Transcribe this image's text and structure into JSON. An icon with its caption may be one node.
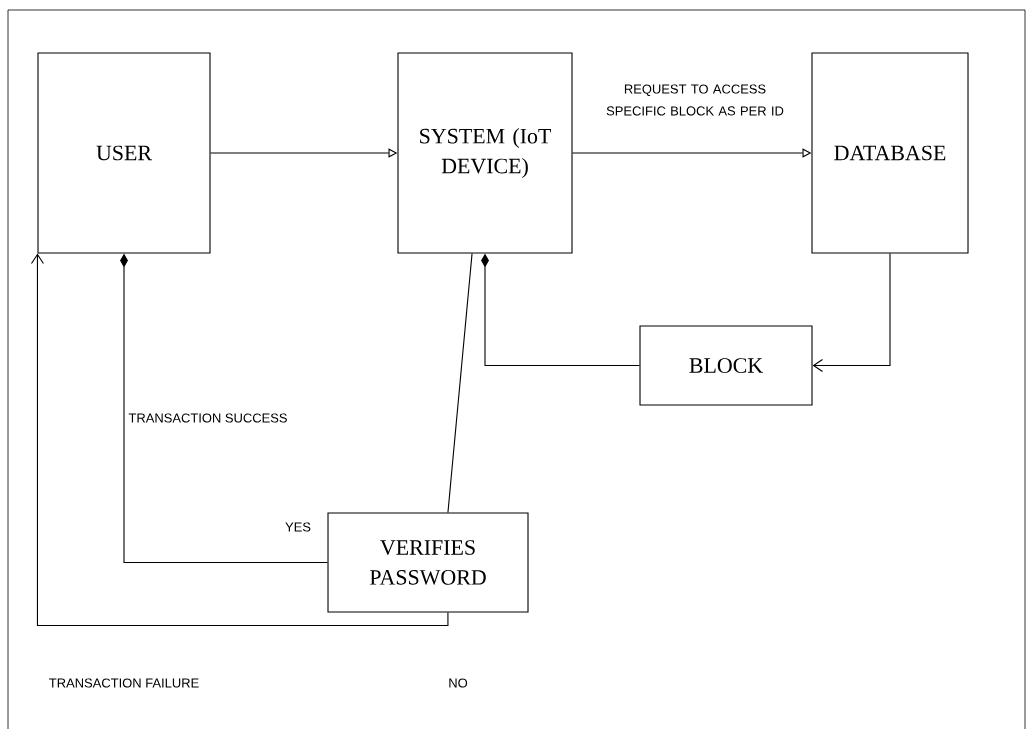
{
  "diagram": {
    "nodes": [
      {
        "text": [
          "USER"
        ]
      },
      {
        "text": [
          "SYSTEM (IoT DEVICE)"
        ]
      },
      {
        "text": [
          "DATABASE"
        ]
      },
      {
        "text": [
          "BLOCK"
        ]
      },
      {
        "text": [
          "VERIFIES PASSWORD"
        ]
      }
    ],
    "edges": [
      {
        "from": 0,
        "to": 1,
        "arrow": "to"
      },
      {
        "from": 1,
        "to": 2,
        "arrow": "to",
        "label": "REQUEST TO ACCESS SPECIFIC BLOCK AS PER ID"
      },
      {
        "from": 2,
        "to": 3,
        "arrow": "to"
      },
      {
        "from": 3,
        "to": 1,
        "arrow": "other"
      },
      {
        "from": 4,
        "to": 1,
        "arrow": "none"
      },
      {
        "from": 4,
        "to": 0,
        "arrow": "other",
        "label": "YES"
      },
      {
        "from": 4,
        "to": 0,
        "arrow": "to",
        "label": "NO"
      }
    ],
    "labels": [
      "TRANSACTION SUCCESS",
      "TRANSACTION FAILURE"
    ]
  }
}
